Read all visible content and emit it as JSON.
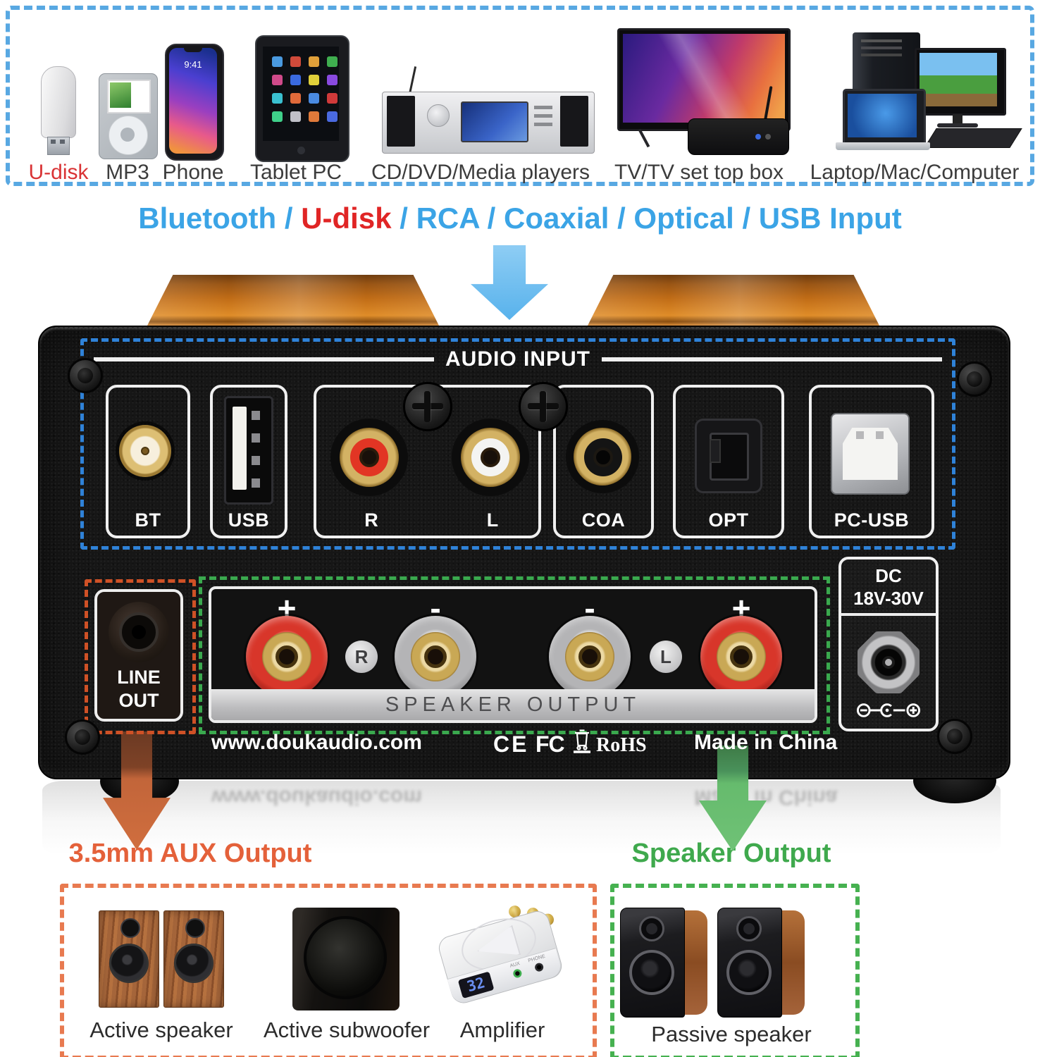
{
  "top_sources": {
    "items": [
      {
        "label": "U-disk",
        "icon": "usb-stick"
      },
      {
        "label": "MP3",
        "icon": "mp3-player"
      },
      {
        "label": "Phone",
        "icon": "smartphone"
      },
      {
        "label": "Tablet PC",
        "icon": "tablet"
      },
      {
        "label": "CD/DVD/Media players",
        "icon": "media-player"
      },
      {
        "label": "TV/TV set top box",
        "icon": "tv-set-top-box"
      },
      {
        "label": "Laptop/Mac/Computer",
        "icon": "desktop-laptop"
      }
    ],
    "phone_time": "9:41"
  },
  "heading": {
    "segments": [
      {
        "text": "Bluetooth / ",
        "color": "#3ba4e6"
      },
      {
        "text": "U-disk",
        "color": "#e02525"
      },
      {
        "text": " / RCA / Coaxial / Optical / USB Input",
        "color": "#3ba4e6"
      }
    ]
  },
  "rear_panel": {
    "audio_input": {
      "title": "AUDIO INPUT",
      "ports": [
        {
          "label": "BT",
          "type": "antenna-connector"
        },
        {
          "label": "USB",
          "type": "usb-a"
        },
        {
          "label": "R",
          "type": "rca-red"
        },
        {
          "label": "L",
          "type": "rca-white"
        },
        {
          "label": "COA",
          "type": "rca-coaxial"
        },
        {
          "label": "OPT",
          "type": "toslink-optical"
        },
        {
          "label": "PC-USB",
          "type": "usb-b"
        }
      ]
    },
    "line_out": {
      "lines": [
        "LINE",
        "OUT"
      ]
    },
    "speaker_output": {
      "title": "SPEAKER OUTPUT",
      "terminals": [
        "+",
        "-",
        "-",
        "+"
      ],
      "channels": [
        "R",
        "L"
      ]
    },
    "dc_input": {
      "lines": [
        "DC",
        "18V-30V"
      ]
    },
    "footer": {
      "website": "www.doukaudio.com",
      "marks": {
        "ce": "CE",
        "fcc": "FC",
        "weee": "weee-bin-icon",
        "rohs": "RoHS"
      },
      "origin": "Made in China"
    }
  },
  "annotations": {
    "aux_output_title": "3.5mm AUX Output",
    "speaker_output_title": "Speaker Output"
  },
  "aux_devices": {
    "items": [
      {
        "label": "Active speaker"
      },
      {
        "label": "Active subwoofer"
      },
      {
        "label": "Amplifier"
      }
    ],
    "amplifier_display": "32",
    "amplifier_jacks": [
      "AUX",
      "PHONE"
    ]
  },
  "speaker_devices": {
    "items": [
      {
        "label": "Passive speaker"
      }
    ]
  },
  "colors": {
    "heading_blue": "#3ba4e6",
    "heading_red": "#e02525",
    "sources_dashed_blue": "#58a8e2",
    "input_dashed_blue": "#2f82d8",
    "speaker_dashed_green": "#3aa94e",
    "lineout_dashed_orange": "#cf5126",
    "aux_title_orange": "#e4613a",
    "speaker_title_green": "#3fa94d",
    "arrow_blue": "#58b2ec",
    "arrow_orange": "#d06e3e",
    "arrow_green": "#66bb6d",
    "knob_copper": "#c06c16"
  }
}
